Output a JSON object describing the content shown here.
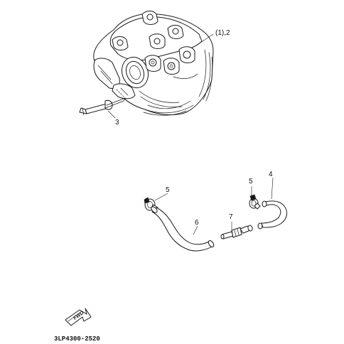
{
  "callouts": {
    "cylinder_head": "(1),2",
    "pipe": "3",
    "hose_4": "4",
    "clip_5_right": "5",
    "clip_5_left": "5",
    "hose_6": "6",
    "valve_7": "7"
  },
  "fwd_arrow": {
    "text": "FWD"
  },
  "catalog_code": "3LP4300-2520",
  "colors": {
    "line": "#1a1a1a",
    "background": "#ffffff"
  }
}
